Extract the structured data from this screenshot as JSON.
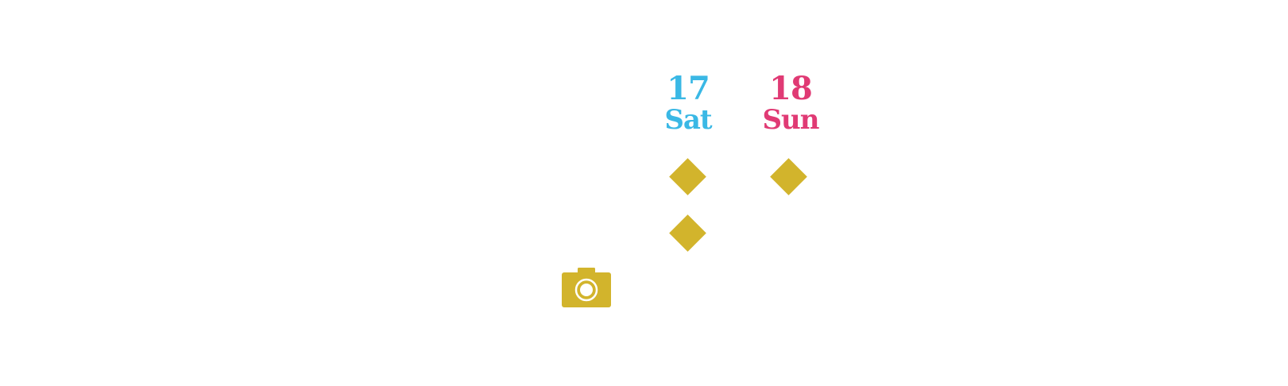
{
  "colors": {
    "saturday": "#3ab8e5",
    "sunday": "#e03a74",
    "marker": "#d2b42c"
  },
  "days": [
    {
      "date": "17",
      "weekday": "Sat",
      "markers": 2
    },
    {
      "date": "18",
      "weekday": "Sun",
      "markers": 1
    }
  ],
  "icons": {
    "marker": "diamond-icon",
    "photo": "camera-icon"
  }
}
